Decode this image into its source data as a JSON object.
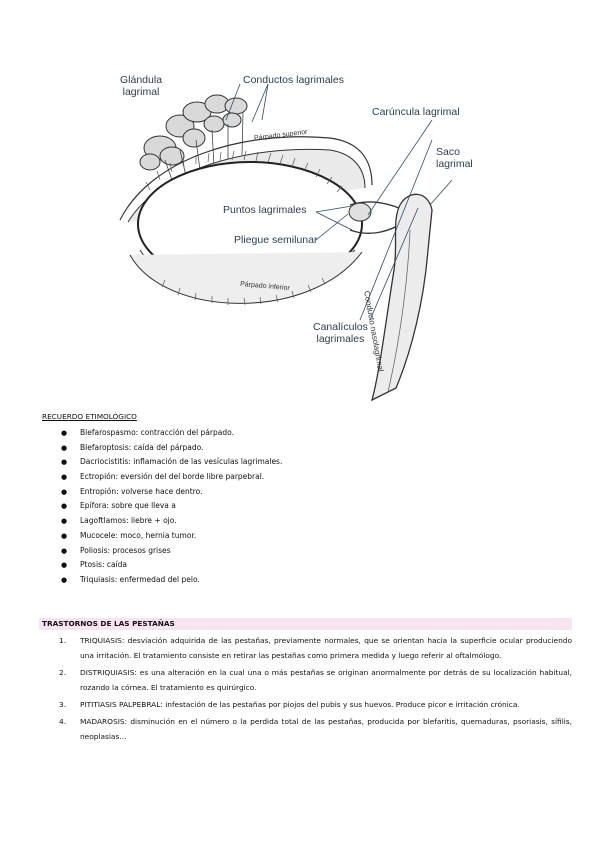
{
  "figure": {
    "labels": {
      "glandula": "Glándula\nlagrimal",
      "conductos": "Conductos lagrimales",
      "caruncula": "Carúncula lagrimal",
      "saco": "Saco\nlagrimal",
      "puntos": "Puntos lagrimales",
      "pliegue": "Pliegue semilunar",
      "parpado_sup": "Párpado superior",
      "parpado_inf": "Párpado inferior",
      "nasolagrimal": "Conducto nasolagrimal",
      "canaliculos": "Canalículos\nlagrimales"
    }
  },
  "etimologia": {
    "title": "RECUERDO ETIMOLÓGICO",
    "items": [
      "Blefarospasmo: contracción del párpado.",
      "Blefaroptosis: caída del párpado.",
      "Dacriocistitis: inflamación de las vesículas lagrimales.",
      "Ectropión: eversión del del borde libre parpebral.",
      "Entropión: volverse hace dentro.",
      "Epífora: sobre que lleva a",
      "Lagoftlamos: liebre + ojo.",
      "Mucocele: moco, hernia tumor.",
      "Poliosis: procesos grises",
      "Ptosis: caída",
      "Triquiasis: enfermedad del pelo."
    ]
  },
  "trastornos": {
    "title": "TRASTORNOS DE LAS PESTAÑAS",
    "items": [
      {
        "num": "1.",
        "term": "TRIQUIASIS:",
        "text": " desviación adquirida de las pestañas, previamente normales, que se orientan hacia la superficie ocular produciendo una irritación. El tratamiento consiste en retirar las pestañas como primera medida y luego referir al oftalmólogo."
      },
      {
        "num": "2.",
        "term": "DISTRIQUIASIS:",
        "text": " es una alteración en la cual una o más pestañas se originan anormalmente por detrás de su localización habitual, rozando la córnea. El tratamiento es quirúrgico."
      },
      {
        "num": "3.",
        "term": "PITITIASIS PALPEBRAL:",
        "text": " infestación de las pestañas por piojos del pubis y sus huevos. Produce picor e irritación crónica."
      },
      {
        "num": "4.",
        "term": "MADAROSIS:",
        "text": " disminución en el número o la perdida total de las pestañas, producida por blefaritis, quemaduras, psoriasis, sífilis, neoplasias…"
      }
    ]
  }
}
